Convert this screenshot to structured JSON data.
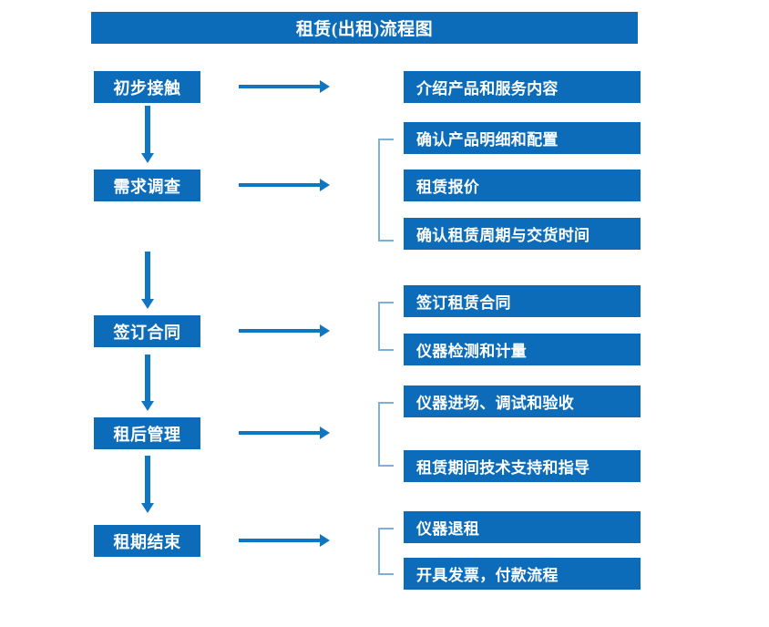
{
  "diagram": {
    "title": "租赁(出租)流程图",
    "theme": {
      "box_fill": "#0D6CB9",
      "box_text": "#FFFFFF",
      "arrow": "#1176C2",
      "bracket": "#7FAEDB",
      "background": "#FFFFFF"
    },
    "stages": [
      {
        "id": "stage-1",
        "label": "初步接触",
        "arrow_icon": "right-arrow-icon",
        "bracketed": false,
        "details": [
          {
            "label": "介绍产品和服务内容"
          }
        ]
      },
      {
        "id": "stage-2",
        "label": "需求调查",
        "arrow_icon": "right-arrow-icon",
        "bracketed": true,
        "details": [
          {
            "label": "确认产品明细和配置"
          },
          {
            "label": "租赁报价"
          },
          {
            "label": "确认租赁周期与交货时间"
          }
        ]
      },
      {
        "id": "stage-3",
        "label": "签订合同",
        "arrow_icon": "right-arrow-icon",
        "bracketed": true,
        "details": [
          {
            "label": "签订租赁合同"
          },
          {
            "label": "仪器检测和计量"
          }
        ]
      },
      {
        "id": "stage-4",
        "label": "租后管理",
        "arrow_icon": "right-arrow-icon",
        "bracketed": true,
        "details": [
          {
            "label": "仪器进场、调试和验收"
          },
          {
            "label": "租赁期间技术支持和指导"
          }
        ]
      },
      {
        "id": "stage-5",
        "label": "租期结束",
        "arrow_icon": "right-arrow-icon",
        "bracketed": true,
        "details": [
          {
            "label": "仪器退租"
          },
          {
            "label": "开具发票，付款流程"
          }
        ]
      }
    ],
    "connectors": [
      {
        "icon": "down-arrow-icon",
        "from": "stage-1",
        "to": "stage-2"
      },
      {
        "icon": "down-arrow-icon",
        "from": "stage-2",
        "to": "stage-3"
      },
      {
        "icon": "down-arrow-icon",
        "from": "stage-3",
        "to": "stage-4"
      },
      {
        "icon": "down-arrow-icon",
        "from": "stage-4",
        "to": "stage-5"
      }
    ]
  }
}
